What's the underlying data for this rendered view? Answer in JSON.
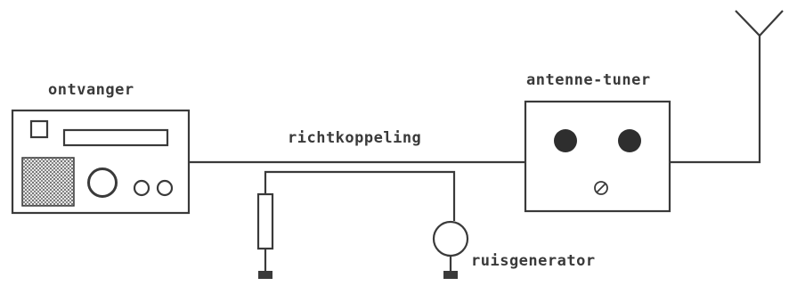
{
  "labels": {
    "receiver": "ontvanger",
    "coupler": "richtkoppeling",
    "tuner": "antenne-tuner",
    "noise_generator": "ruisgenerator"
  },
  "colors": {
    "stroke": "#3a3a3a",
    "knob": "#2e2e2e",
    "speaker": "#777777",
    "background": "#ffffff"
  }
}
